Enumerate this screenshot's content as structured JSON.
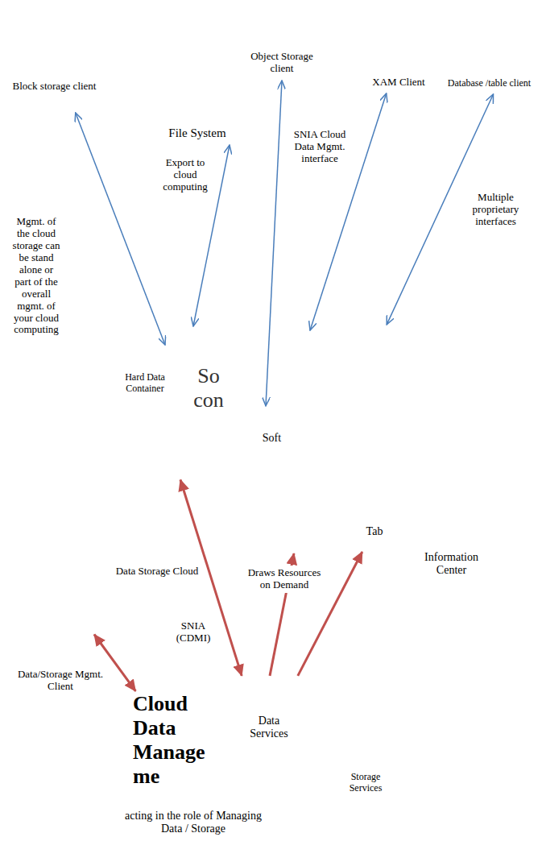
{
  "diagram": {
    "nodes": [
      {
        "text": [
          "Block storage client"
        ]
      },
      {
        "text": [
          "File System"
        ]
      },
      {
        "text": [
          "Object Storage client"
        ]
      },
      {
        "text": [
          "XAM Client"
        ]
      },
      {
        "text": [
          "Database /table client"
        ]
      },
      {
        "text": [
          "Data Storage Cloud"
        ]
      },
      {
        "text": [
          "Hard Data Container"
        ],
        "in": 5
      },
      {
        "text": [
          "So con"
        ],
        "in": 5
      },
      {
        "text": [
          "Soft"
        ],
        "in": 7
      },
      {
        "text": [
          "Tab"
        ],
        "in": 5
      },
      {
        "text": [
          "Information Center"
        ]
      },
      {
        "text": [
          "Data/Storage Mgmt. Client"
        ]
      },
      {
        "text": [
          "Cloud Data Manageme"
        ]
      },
      {
        "text": [
          "Data Services"
        ]
      },
      {
        "text": [
          "Storage Services"
        ]
      }
    ],
    "edges": [
      {
        "from": 0,
        "to": 6,
        "arrow": "both"
      },
      {
        "from": 1,
        "to": 7,
        "arrow": "both"
      },
      {
        "from": 2,
        "to": 8,
        "arrow": "both"
      },
      {
        "from": 3,
        "to": 7,
        "arrow": "both"
      },
      {
        "from": 4,
        "to": 9,
        "arrow": "both"
      },
      {
        "from": 13,
        "to": 6,
        "arrow": "both"
      },
      {
        "from": 13,
        "to": 7,
        "arrow": "to"
      },
      {
        "from": 13,
        "to": 9,
        "arrow": "to"
      },
      {
        "from": 11,
        "to": 12,
        "arrow": "both"
      }
    ],
    "labels": [
      "Export to cloud computing",
      "SNIA Cloud Data Mgmt. interface",
      "Multiple proprietary interfaces",
      "Mgmt. of the cloud storage can be stand alone or part of the overall mgmt. of your cloud computing",
      "Draws Resources on Demand",
      "SNIA (CDMI)",
      "acting in the role of Managing Data / Storage"
    ]
  }
}
